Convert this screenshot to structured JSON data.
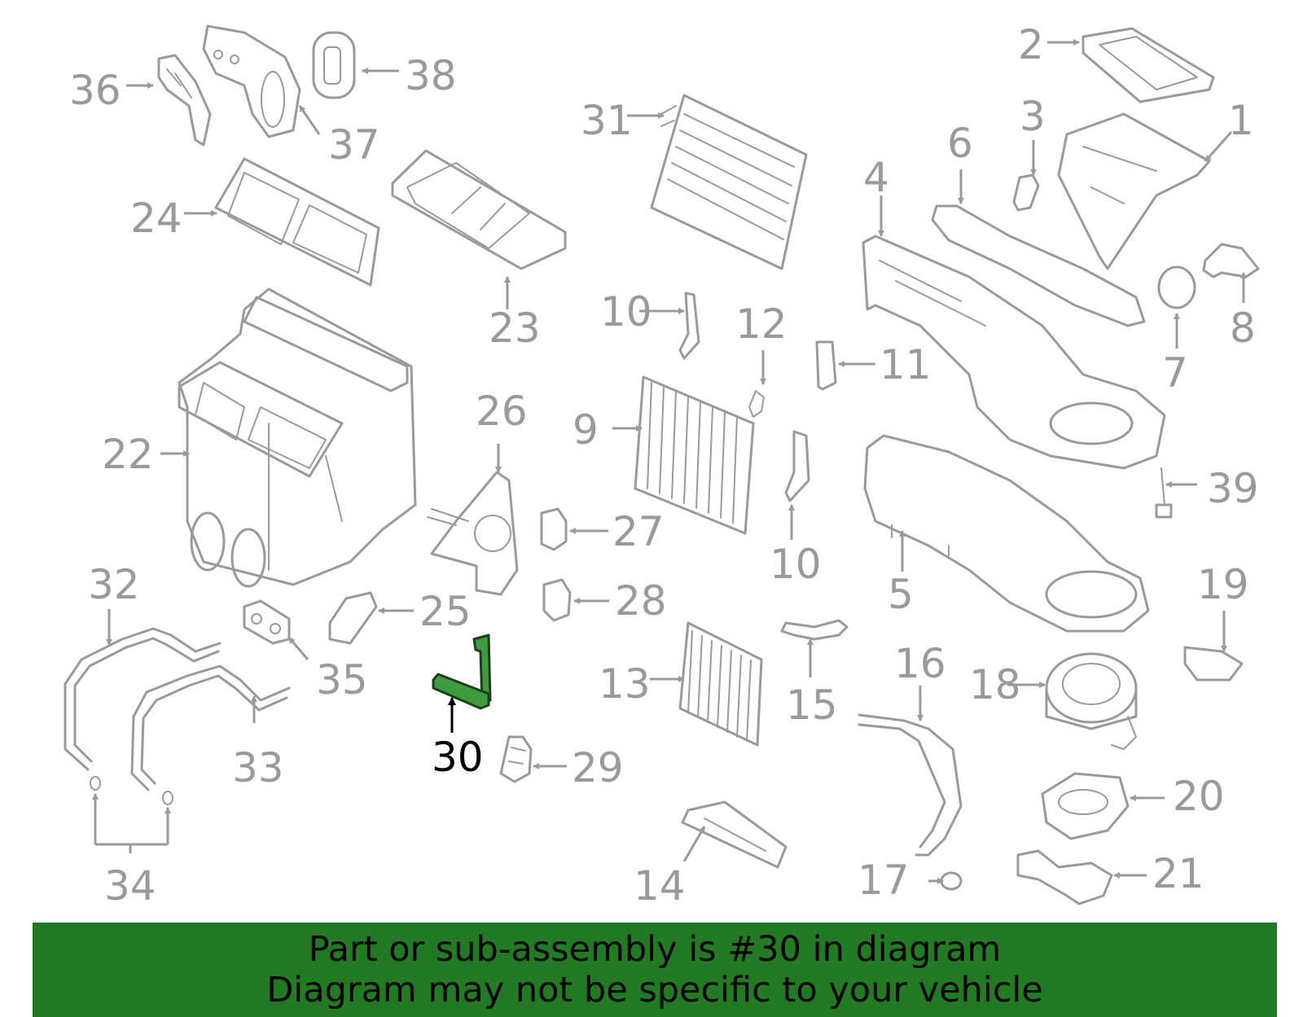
{
  "diagram": {
    "highlighted_part": "30",
    "colors": {
      "part_outline": "#9a9a9a",
      "highlight_fill": "#3f9b3f",
      "banner": "#227a22",
      "highlight_label": "#000000"
    },
    "callouts": [
      "1",
      "2",
      "3",
      "4",
      "5",
      "6",
      "7",
      "8",
      "9",
      "10",
      "10",
      "11",
      "12",
      "13",
      "14",
      "15",
      "16",
      "17",
      "18",
      "19",
      "20",
      "21",
      "22",
      "23",
      "24",
      "25",
      "26",
      "27",
      "28",
      "29",
      "30",
      "31",
      "32",
      "33",
      "34",
      "35",
      "36",
      "37",
      "38",
      "39"
    ]
  },
  "banner": {
    "line1": "Part or sub-assembly is #30 in diagram",
    "line2": "Diagram may not be specific to your vehicle"
  }
}
